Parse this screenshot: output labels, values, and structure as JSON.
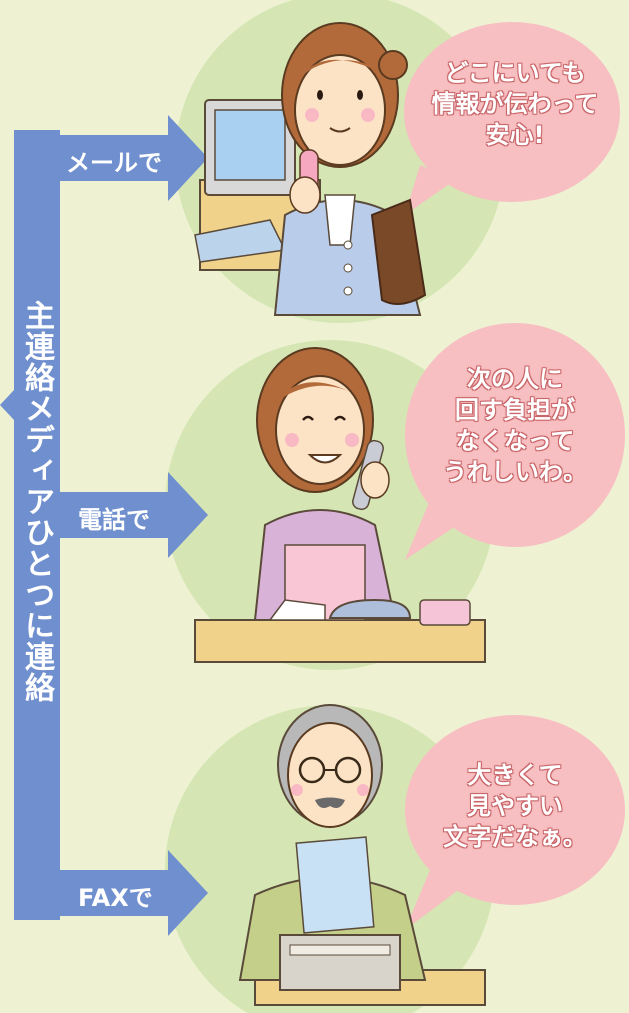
{
  "main_label": "主連絡メディアひとつに連絡",
  "branches": [
    {
      "label": "メールで",
      "speech": [
        "どこにいても",
        "情報が伝わって",
        "安心!"
      ]
    },
    {
      "label": "電話で",
      "speech": [
        "次の人に",
        "回す負担が",
        "なくなって",
        "うれしいわ。"
      ]
    },
    {
      "label": "FAXで",
      "speech": [
        "大きくて",
        "見やすい",
        "文字だなぁ。"
      ]
    }
  ],
  "colors": {
    "background": "#eef2d3",
    "arrow": "#6f8fce",
    "circle": "#d5e6b4",
    "bubble": "#f7bfc1"
  }
}
